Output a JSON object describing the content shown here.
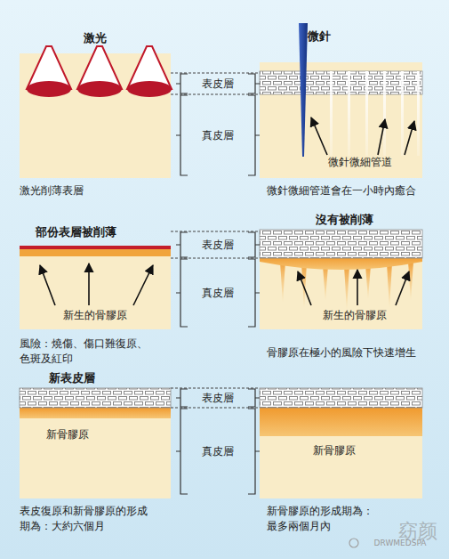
{
  "diagram": {
    "nodes": [
      {
        "text": [
          "激光",
          "激光削薄表層"
        ]
      },
      {
        "text": [
          "微針",
          "微針微細管道",
          "微針微細管道會在一小時內癒合"
        ]
      },
      {
        "text": [
          "部份表層被削薄",
          "新生的骨膠原",
          "風險：燒傷、傷口難復原、 色斑及紅印"
        ]
      },
      {
        "text": [
          "沒有被削薄",
          "新生的骨膠原",
          "骨膠原在極小的風險下快速增生"
        ]
      },
      {
        "text": [
          "新表皮層",
          "新骨膠原",
          "表皮復原和新骨膠原的形成 期為：大約六個月"
        ]
      },
      {
        "text": [
          "新骨膠原",
          "新骨膠原的形成期為： 最多兩個月內"
        ]
      }
    ],
    "labels": [
      "表皮層",
      "真皮層",
      "表皮層",
      "真皮層",
      "表皮層",
      "真皮層",
      "窈颜",
      "DRWMEDSPA"
    ]
  }
}
